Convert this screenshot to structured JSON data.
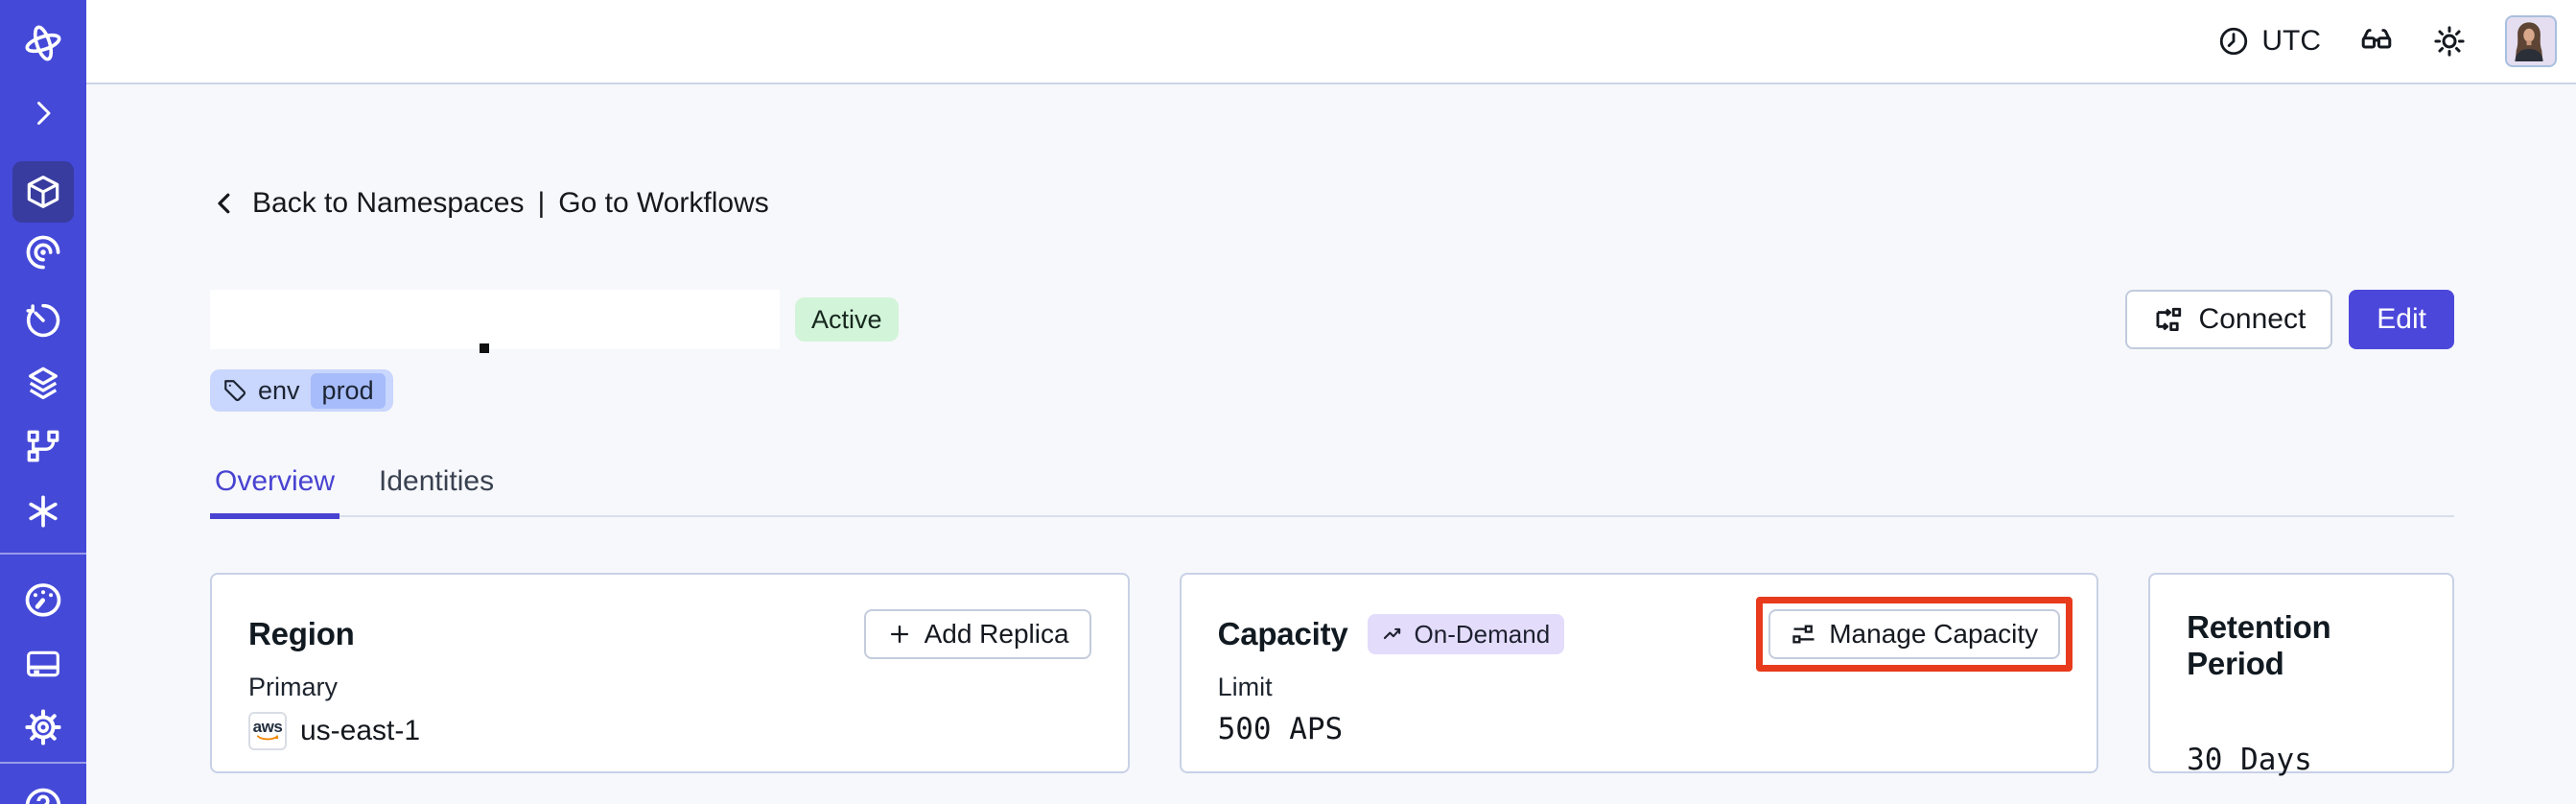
{
  "colors": {
    "sidebar": "#4549d8",
    "sidebar_selected": "#383c9f",
    "accent_indigo": "#4c47db",
    "tab_active": "#4843d1",
    "page_background": "#f7f8fb",
    "annotation_red": "#e83b1d",
    "active_badge_bg": "#d2f4d9",
    "tag_bg": "#c9d6fd",
    "tag_inner_bg": "#a7bcfa",
    "ondemand_badge_bg": "#e4dcfb",
    "aws_orange": "#f08804"
  },
  "topbar": {
    "timezone": "UTC"
  },
  "sidebar": {
    "selected": "namespaces",
    "items": [
      "temporal-logo",
      "expand",
      "namespaces",
      "workflows",
      "schedules",
      "deployments",
      "nexus",
      "batch-operations",
      "usage",
      "billing",
      "settings",
      "support"
    ]
  },
  "page": {
    "breadcrumb": {
      "back": "Back to Namespaces",
      "separator": "|",
      "workflows": "Go to Workflows"
    },
    "status": "Active",
    "tag": {
      "key": "env",
      "value": "prod"
    },
    "actions": {
      "connect": "Connect",
      "edit": "Edit"
    },
    "tabs": [
      {
        "label": "Overview",
        "active": true
      },
      {
        "label": "Identities",
        "active": false
      }
    ],
    "cards": {
      "region": {
        "title": "Region",
        "action": "Add Replica",
        "label": "Primary",
        "provider": "aws",
        "value": "us-east-1"
      },
      "capacity": {
        "title": "Capacity",
        "badge": "On-Demand",
        "action": "Manage Capacity",
        "label": "Limit",
        "value": "500 APS"
      },
      "retention": {
        "title": "Retention Period",
        "value": "30 Days"
      }
    }
  }
}
